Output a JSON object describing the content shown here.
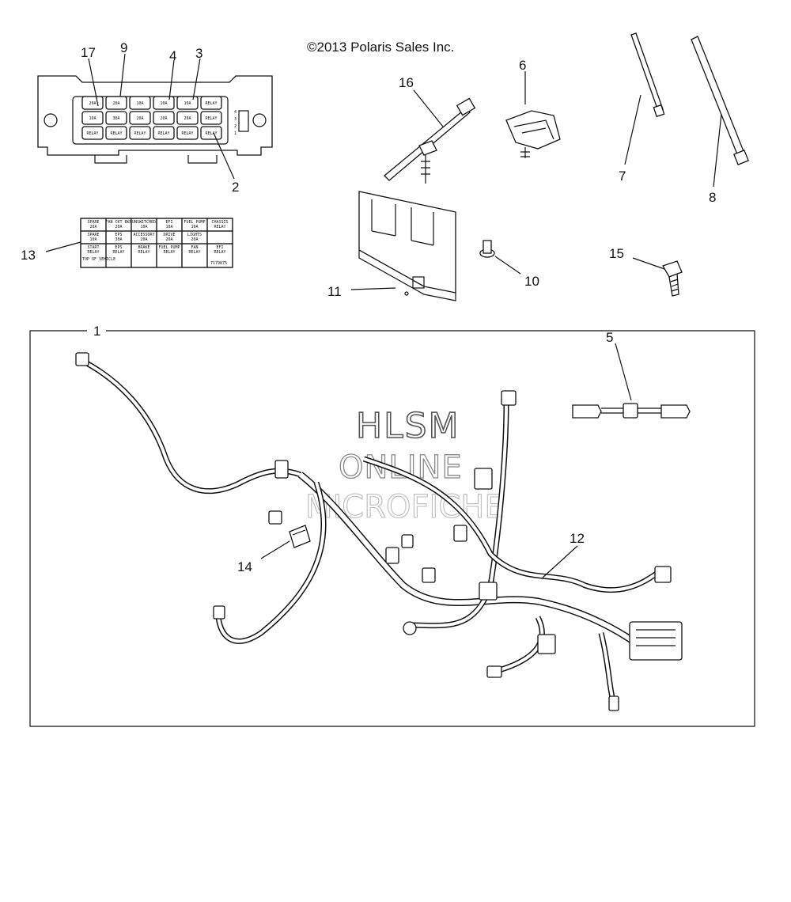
{
  "copyright": "©2013 Polaris Sales Inc.",
  "watermark": {
    "line1": "HLSM",
    "line2": "ONLINE",
    "line3": "MICROFICHE"
  },
  "callouts": {
    "c1": "1",
    "c2": "2",
    "c3": "3",
    "c4": "4",
    "c5": "5",
    "c6": "6",
    "c7": "7",
    "c8": "8",
    "c9": "9",
    "c10": "10",
    "c11": "11",
    "c12": "12",
    "c13": "13",
    "c14": "14",
    "c15": "15",
    "c16": "16",
    "c17": "17"
  },
  "fuse_box": {
    "row1": [
      "20A",
      "20A",
      "10A",
      "10A",
      "10A",
      "RELAY"
    ],
    "row2": [
      "10A",
      "30A",
      "20A",
      "20A",
      "20A",
      "RELAY"
    ],
    "row3": [
      "RELAY",
      "RELAY",
      "RELAY",
      "RELAY",
      "RELAY",
      "RELAY"
    ],
    "side_numbers": [
      "4",
      "3",
      "2",
      "1"
    ]
  },
  "fuse_label": {
    "rows": [
      [
        "SPARE 20A",
        "FAN CKT BKR 20A",
        "UNSWITCHED 10A",
        "EFI 10A",
        "FUEL PUMP 10A",
        "CHASSIS RELAY"
      ],
      [
        "SPARE 10A",
        "EPS 30A",
        "ACCESSORY 20A",
        "DRIVE 20A",
        "LIGHTS 20A",
        ""
      ],
      [
        "START RELAY",
        "EPS RELAY",
        "BRAKE RELAY",
        "FUEL PUMP RELAY",
        "FAN RELAY",
        "EFI RELAY"
      ]
    ],
    "orientation_note": "TOP OF VEHICLE",
    "part_code": "7179875"
  }
}
